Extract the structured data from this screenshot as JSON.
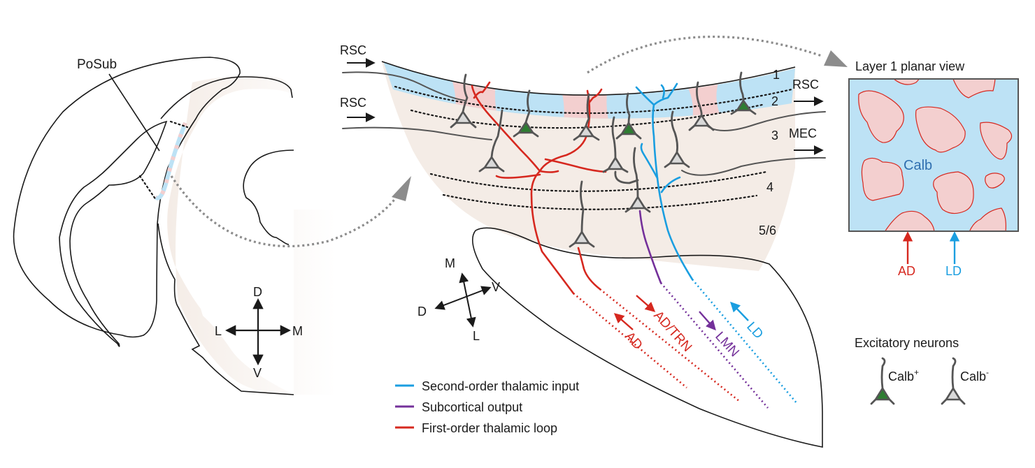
{
  "figure": {
    "type": "schematic",
    "colors": {
      "tissue": "#f4ece6",
      "ventricle": "#f5f5f5",
      "calb_domain": "#bde2f5",
      "noncalb_domain": "#f3cfcf",
      "second_order_input": "#1a9ee0",
      "subcortical_output": "#74309a",
      "first_order_loop": "#d6281f",
      "calb_positive_neuron": "#2e7d32",
      "calb_negative_neuron": "#d9d9d9",
      "arrow_grey": "#8c8c8c"
    }
  },
  "coronal_section": {
    "region_label": "PoSub",
    "orientation": {
      "up": "D",
      "down": "V",
      "left": "L",
      "right": "M"
    }
  },
  "laminar_view": {
    "inputs_left": [
      "RSC",
      "RSC"
    ],
    "outputs_right": [
      "RSC",
      "MEC"
    ],
    "layers": [
      "1",
      "2",
      "3",
      "4",
      "5/6"
    ],
    "orientation": {
      "up": "M",
      "down": "L",
      "left": "D",
      "right": "V"
    },
    "pathways": [
      {
        "label": "AD",
        "direction": "inward",
        "category": "first_order_loop"
      },
      {
        "label": "AD/TRN",
        "direction": "outward",
        "category": "first_order_loop"
      },
      {
        "label": "LMN",
        "direction": "outward",
        "category": "subcortical_output"
      },
      {
        "label": "LD",
        "direction": "inward",
        "category": "second_order_input"
      }
    ]
  },
  "planar_view": {
    "title": "Layer 1 planar view",
    "center_label": "Calb",
    "inputs": [
      {
        "label": "AD",
        "color": "#d6281f"
      },
      {
        "label": "LD",
        "color": "#1a9ee0"
      }
    ]
  },
  "legend": {
    "items": [
      {
        "label": "Second-order thalamic input",
        "color": "#1a9ee0"
      },
      {
        "label": "Subcortical output",
        "color": "#74309a"
      },
      {
        "label": "First-order thalamic loop",
        "color": "#d6281f"
      }
    ]
  },
  "neuron_legend": {
    "title": "Excitatory neurons",
    "items": [
      {
        "base": "Calb",
        "sup": "+",
        "fill": "#2e7d32"
      },
      {
        "base": "Calb",
        "sup": "-",
        "fill": "#d9d9d9"
      }
    ]
  }
}
